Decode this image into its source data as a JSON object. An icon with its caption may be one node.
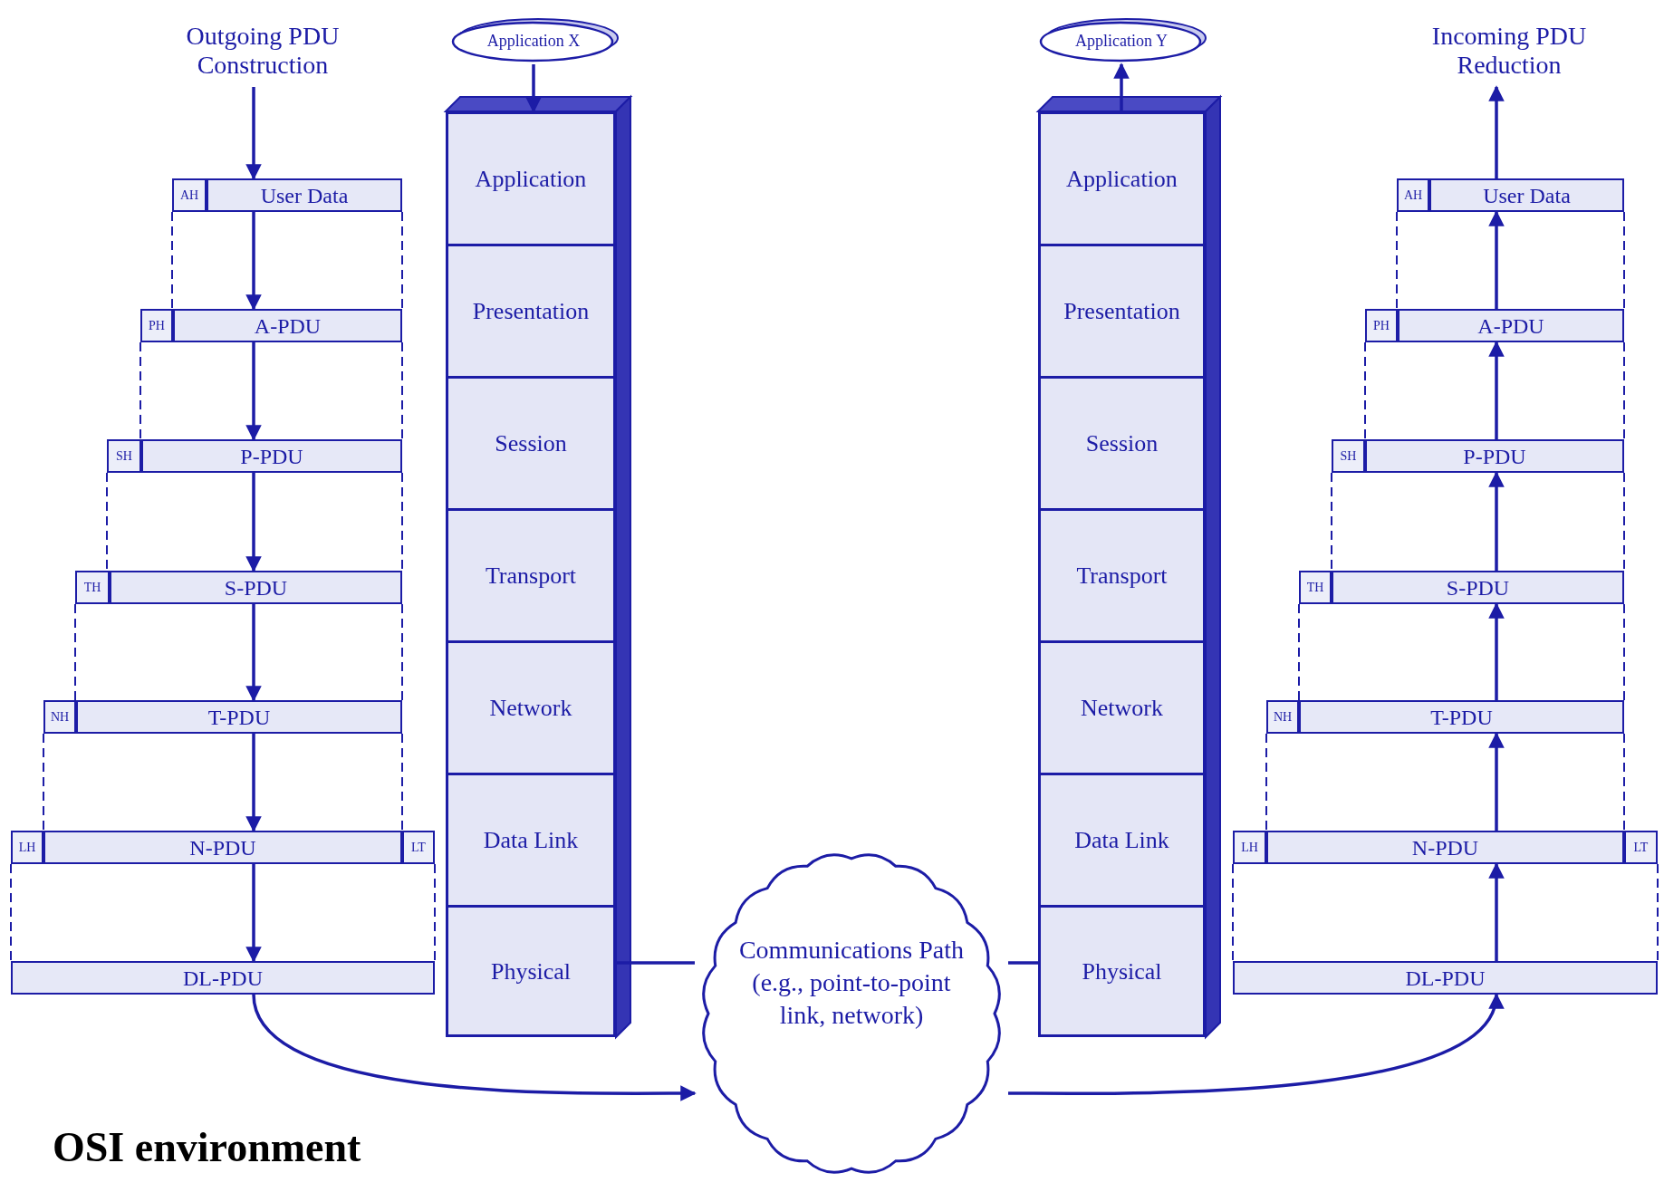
{
  "diagram": {
    "nodes": [
      {
        "text": [
          "Outgoing PDU Construction"
        ]
      },
      {
        "text": [
          "AH"
        ]
      },
      {
        "text": [
          "User Data"
        ]
      },
      {
        "text": [
          "PH"
        ]
      },
      {
        "text": [
          "A-PDU"
        ]
      },
      {
        "text": [
          "SH"
        ]
      },
      {
        "text": [
          "P-PDU"
        ]
      },
      {
        "text": [
          "TH"
        ]
      },
      {
        "text": [
          "S-PDU"
        ]
      },
      {
        "text": [
          "NH"
        ]
      },
      {
        "text": [
          "T-PDU"
        ]
      },
      {
        "text": [
          "LH"
        ]
      },
      {
        "text": [
          "N-PDU"
        ]
      },
      {
        "text": [
          "LT"
        ]
      },
      {
        "text": [
          "DL-PDU"
        ]
      },
      {
        "text": [
          "Application X"
        ]
      },
      {
        "text": [
          "Application"
        ]
      },
      {
        "text": [
          "Presentation"
        ]
      },
      {
        "text": [
          "Session"
        ]
      },
      {
        "text": [
          "Transport"
        ]
      },
      {
        "text": [
          "Network"
        ]
      },
      {
        "text": [
          "Data Link"
        ]
      },
      {
        "text": [
          "Physical"
        ]
      },
      {
        "text": [
          "Application Y"
        ]
      },
      {
        "text": [
          "Application"
        ]
      },
      {
        "text": [
          "Presentation"
        ]
      },
      {
        "text": [
          "Session"
        ]
      },
      {
        "text": [
          "Transport"
        ]
      },
      {
        "text": [
          "Network"
        ]
      },
      {
        "text": [
          "Data Link"
        ]
      },
      {
        "text": [
          "Physical"
        ]
      },
      {
        "text": [
          "Communications Path (e.g., point-to-point link, network)"
        ]
      },
      {
        "text": [
          "Incoming PDU Reduction"
        ]
      },
      {
        "text": [
          "AH"
        ]
      },
      {
        "text": [
          "User Data"
        ]
      },
      {
        "text": [
          "PH"
        ]
      },
      {
        "text": [
          "A-PDU"
        ]
      },
      {
        "text": [
          "SH"
        ]
      },
      {
        "text": [
          "P-PDU"
        ]
      },
      {
        "text": [
          "TH"
        ]
      },
      {
        "text": [
          "S-PDU"
        ]
      },
      {
        "text": [
          "NH"
        ]
      },
      {
        "text": [
          "T-PDU"
        ]
      },
      {
        "text": [
          "LH"
        ]
      },
      {
        "text": [
          "N-PDU"
        ]
      },
      {
        "text": [
          "LT"
        ]
      },
      {
        "text": [
          "DL-PDU"
        ]
      }
    ],
    "edges": [
      {
        "from": 0,
        "to": 2,
        "arrow": "to"
      },
      {
        "from": 2,
        "to": 4,
        "arrow": "to"
      },
      {
        "from": 4,
        "to": 6,
        "arrow": "to"
      },
      {
        "from": 6,
        "to": 8,
        "arrow": "to"
      },
      {
        "from": 8,
        "to": 10,
        "arrow": "to"
      },
      {
        "from": 10,
        "to": 12,
        "arrow": "to"
      },
      {
        "from": 12,
        "to": 14,
        "arrow": "to"
      },
      {
        "from": 15,
        "to": 16,
        "arrow": "to"
      },
      {
        "from": 14,
        "to": 31,
        "arrow": "to"
      },
      {
        "from": 22,
        "to": 31,
        "arrow": "none"
      },
      {
        "from": 31,
        "to": 30,
        "arrow": "none"
      },
      {
        "from": 31,
        "to": 46,
        "arrow": "to"
      },
      {
        "from": 24,
        "to": 23,
        "arrow": "to"
      },
      {
        "from": 46,
        "to": 44,
        "arrow": "to"
      },
      {
        "from": 44,
        "to": 42,
        "arrow": "to"
      },
      {
        "from": 42,
        "to": 40,
        "arrow": "to"
      },
      {
        "from": 40,
        "to": 38,
        "arrow": "to"
      },
      {
        "from": 38,
        "to": 36,
        "arrow": "to"
      },
      {
        "from": 36,
        "to": 34,
        "arrow": "to"
      },
      {
        "from": 34,
        "to": 32,
        "arrow": "to"
      }
    ],
    "labels": [
      "OSI environment"
    ]
  }
}
